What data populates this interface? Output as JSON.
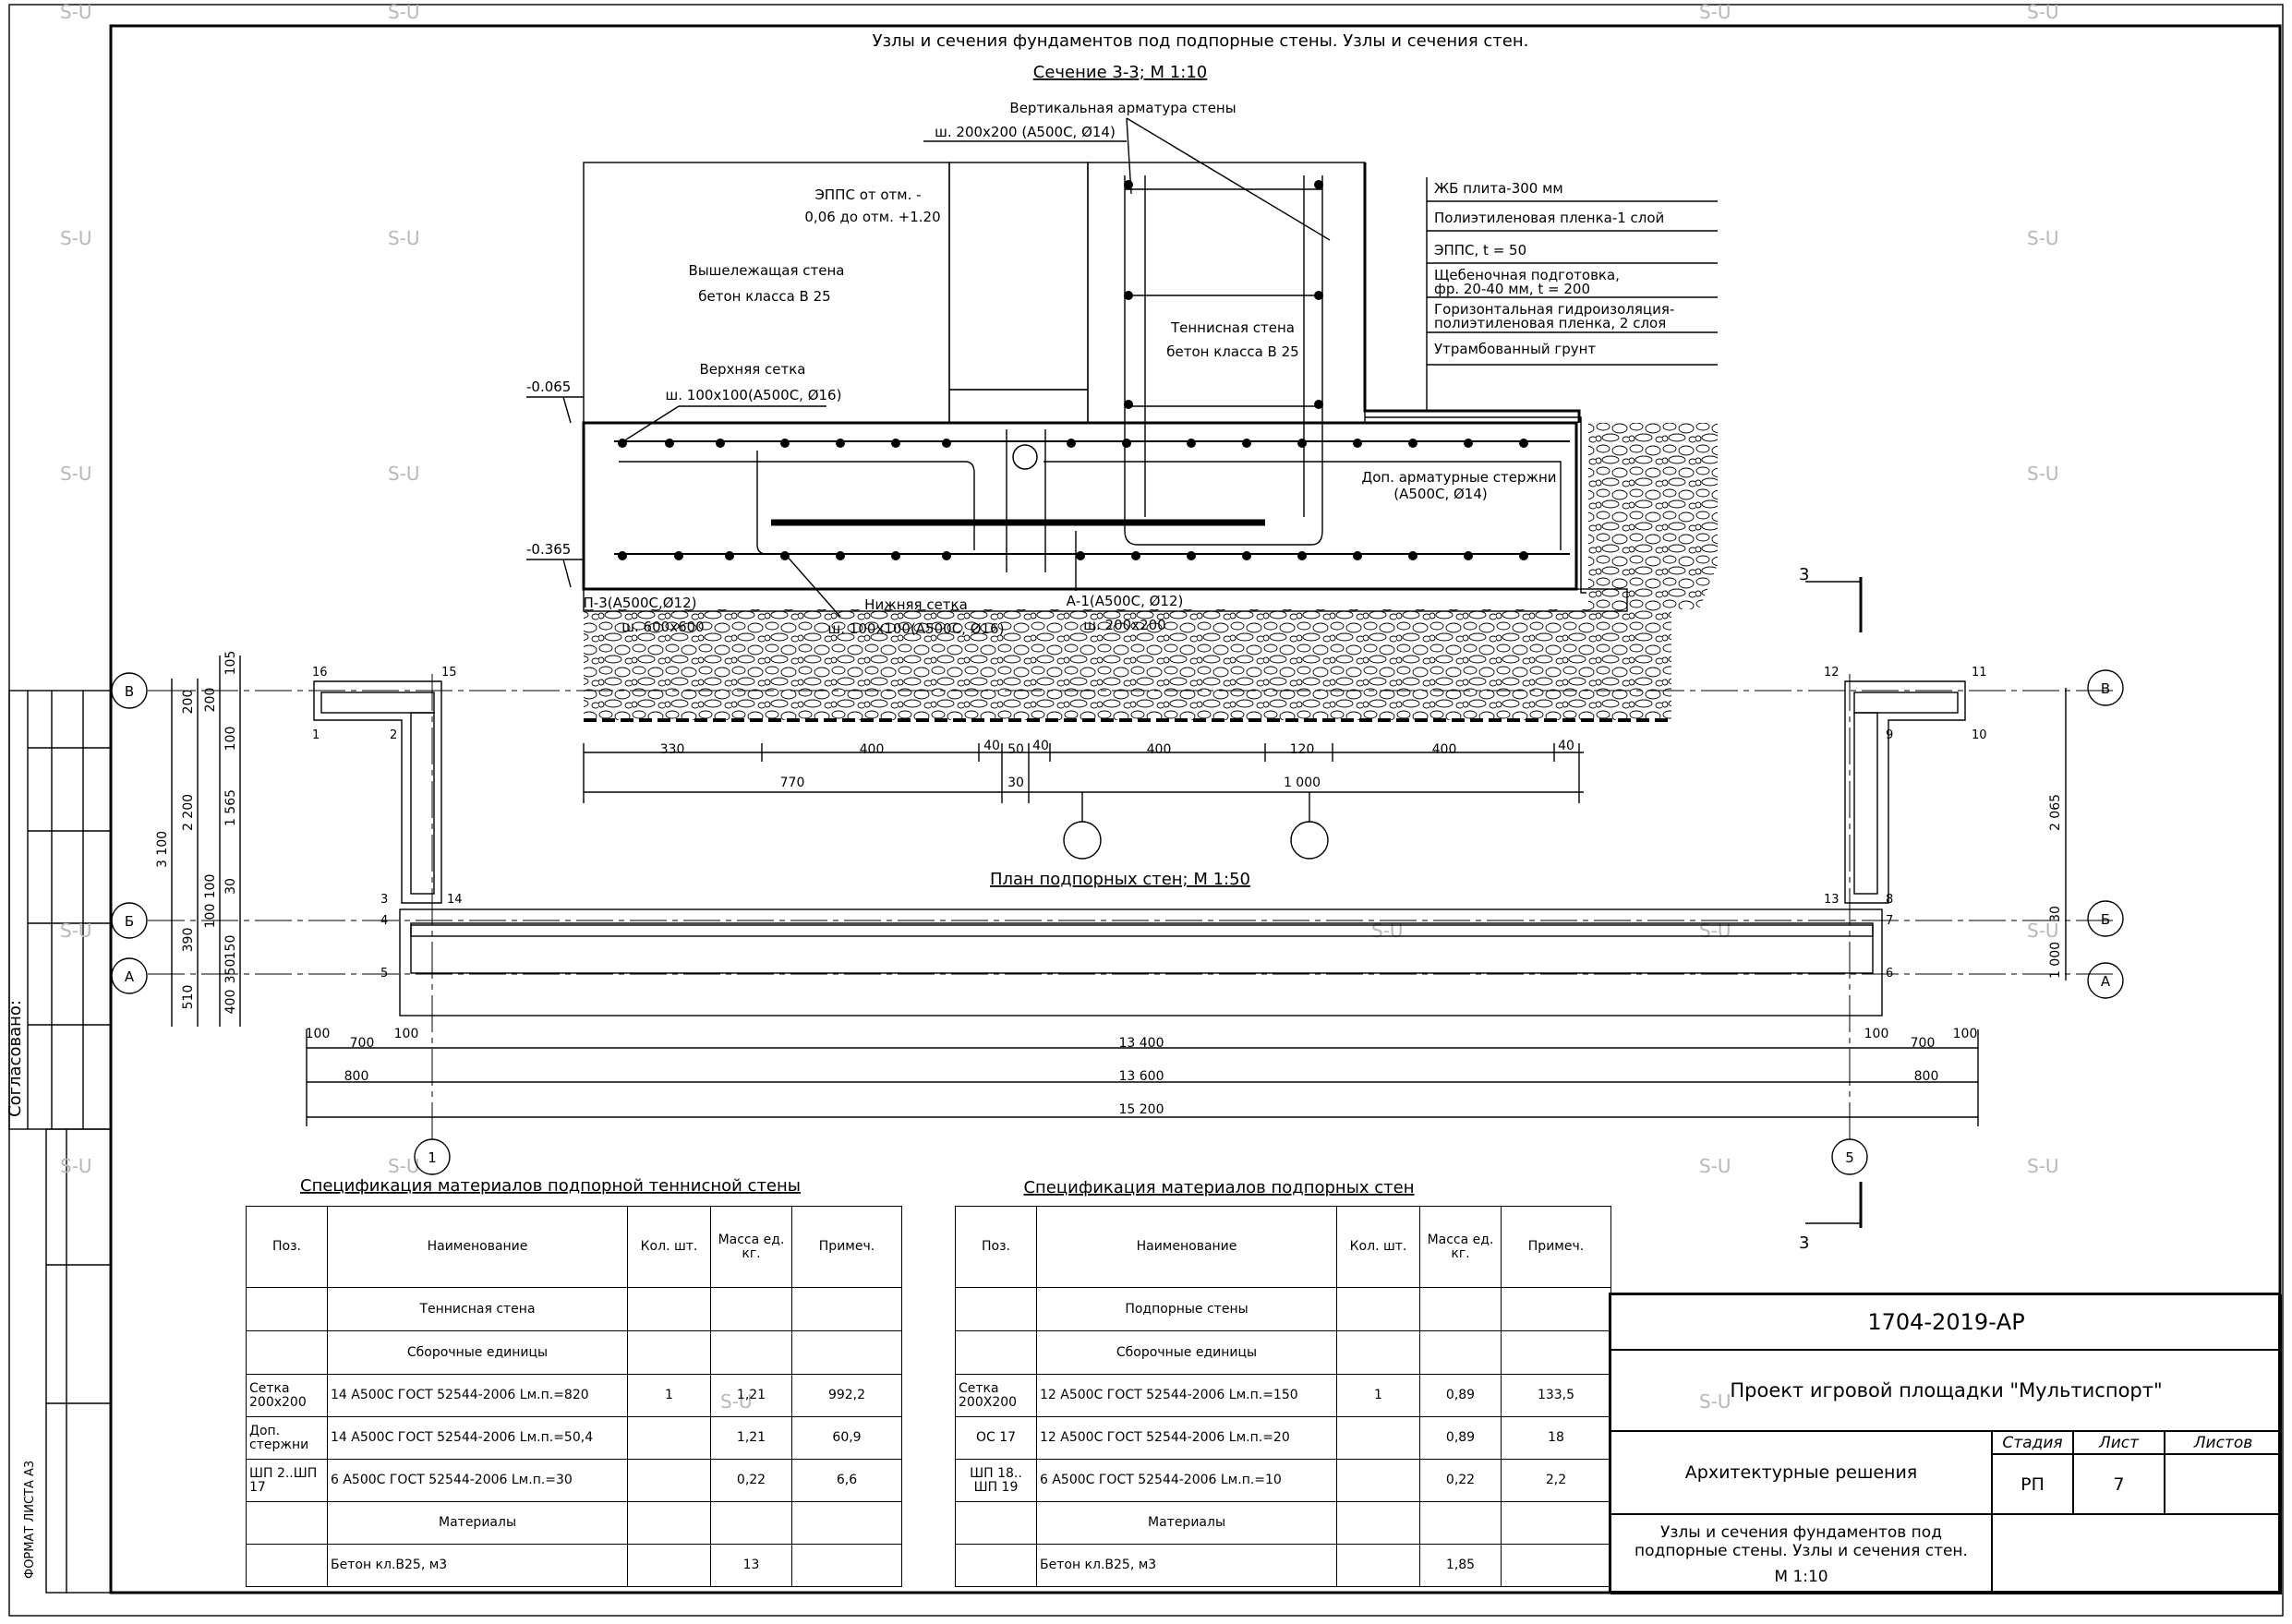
{
  "sheet_title": "Узлы и сечения фундаментов под подпорные стены. Узлы и сечения стен.",
  "watermark": "S-U",
  "side": {
    "agreed": "Согласовано:",
    "format": "ФОРМАТ ЛИСТА А3"
  },
  "section": {
    "title": "Сечение 3-3; М 1:10",
    "labels": {
      "vert_rebar_1": "Вертикальная арматура стены",
      "vert_rebar_2": "ш. 200х200 (А500С, Ø14)",
      "epps_1": "ЭППС от отм. -",
      "epps_2": "0,06 до отм. +1.20",
      "upper_wall_1": "Вышележащая стена",
      "upper_wall_2": "бетон класса В 25",
      "tennis_wall_1": "Теннисная стена",
      "tennis_wall_2": "бетон класса В 25",
      "top_mesh_1": "Верхняя сетка",
      "top_mesh_2": "ш. 100х100(А500С, Ø16)",
      "add_bars_1": "Доп. арматурные стержни",
      "add_bars_2": "(А500С, Ø14)",
      "p3_1": "П-3(А500С,Ø12)",
      "p3_2": "ш. 600х600",
      "bottom_mesh_1": "Нижняя сетка",
      "bottom_mesh_2": "ш. 100х100(А500С, Ø16)",
      "a1_1": "А-1(А500С, Ø12)",
      "a1_2": "ш. 200х200",
      "lvl_1": "-0.065",
      "lvl_2": "-0.365"
    },
    "layers": [
      "ЖБ плита-300 мм",
      "Полиэтиленовая пленка-1 слой",
      "ЭППС, t = 50",
      "Щебеночная подготовка,",
      "фр. 20-40 мм, t = 200",
      "Горизонтальная гидроизоляция-",
      "полиэтиленовая пленка, 2 слоя",
      "Утрамбованный грунт"
    ],
    "dims_top": [
      "330",
      "400",
      "40",
      "50",
      "40",
      "400",
      "120",
      "400",
      "40"
    ],
    "dims_bottom": [
      "770",
      "30",
      "1 000"
    ],
    "cut_mark": "3"
  },
  "plan": {
    "title": "План подпорных стен; М 1:50",
    "axes": {
      "v": "В",
      "b": "Б",
      "a": "А",
      "one": "1",
      "five": "5"
    },
    "points": [
      "1",
      "2",
      "3",
      "4",
      "5",
      "6",
      "7",
      "8",
      "9",
      "10",
      "11",
      "12",
      "13",
      "14",
      "15",
      "16"
    ],
    "dims_left": [
      "200",
      "2 200",
      "3 100",
      "390",
      "510",
      "105",
      "200",
      "100",
      "1 565",
      "100",
      "30",
      "100",
      "150",
      "350",
      "400"
    ],
    "dims_right": [
      "2 065",
      "30",
      "1 000"
    ],
    "dims_bottom_row1": [
      "100",
      "700",
      "100",
      "13 400",
      "100",
      "700",
      "100"
    ],
    "dims_bottom_row2": [
      "800",
      "13 600",
      "800"
    ],
    "dims_bottom_row3": [
      "15 200"
    ]
  },
  "spec1": {
    "title": "Спецификация материалов подпорной теннисной стены",
    "headers": [
      "Поз.",
      "Наименование",
      "Кол. шт.",
      "Масса ед. кг.",
      "Примеч."
    ],
    "rows": [
      [
        "",
        "Теннисная стена",
        "",
        "",
        ""
      ],
      [
        "",
        "Сборочные единицы",
        "",
        "",
        ""
      ],
      [
        "Сетка 200х200",
        "14  А500С ГОСТ 52544-2006   Lм.п.=820",
        "1",
        "1,21",
        "992,2"
      ],
      [
        "Доп. стержни",
        "14  А500С ГОСТ 52544-2006   Lм.п.=50,4",
        "",
        "1,21",
        "60,9"
      ],
      [
        "ШП 2..ШП 17",
        "6  А500С ГОСТ 52544-2006   Lм.п.=30",
        "",
        "0,22",
        "6,6"
      ],
      [
        "",
        "Материалы",
        "",
        "",
        ""
      ],
      [
        "",
        "Бетон кл.В25, м3",
        "",
        "13",
        ""
      ]
    ]
  },
  "spec2": {
    "title": "Спецификация материалов подпорных стен",
    "headers": [
      "Поз.",
      "Наименование",
      "Кол. шт.",
      "Масса ед. кг.",
      "Примеч."
    ],
    "rows": [
      [
        "",
        "Подпорные стены",
        "",
        "",
        ""
      ],
      [
        "",
        "Сборочные единицы",
        "",
        "",
        ""
      ],
      [
        "Сетка 200Х200",
        "12  А500С ГОСТ 52544-2006   Lм.п.=150",
        "1",
        "0,89",
        "133,5"
      ],
      [
        "ОС 17",
        "12  А500С ГОСТ 52544-2006   Lм.п.=20",
        "",
        "0,89",
        "18"
      ],
      [
        "ШП 18.. ШП 19",
        "6  А500С ГОСТ 52544-2006   Lм.п.=10",
        "",
        "0,22",
        "2,2"
      ],
      [
        "",
        "Материалы",
        "",
        "",
        ""
      ],
      [
        "",
        "Бетон кл.В25, м3",
        "",
        "1,85",
        ""
      ]
    ]
  },
  "stamp": {
    "code": "1704-2019-АР",
    "project": "Проект игровой площадки \"Мультиспорт\"",
    "section": "Архитектурные решения",
    "stage_h": "Стадия",
    "sheet_h": "Лист",
    "sheets_h": "Листов",
    "stage": "РП",
    "sheet": "7",
    "sheets": "",
    "desc_1": "Узлы и сечения фундаментов под",
    "desc_2": "подпорные стены. Узлы и сечения стен.",
    "scale": "М 1:10"
  }
}
